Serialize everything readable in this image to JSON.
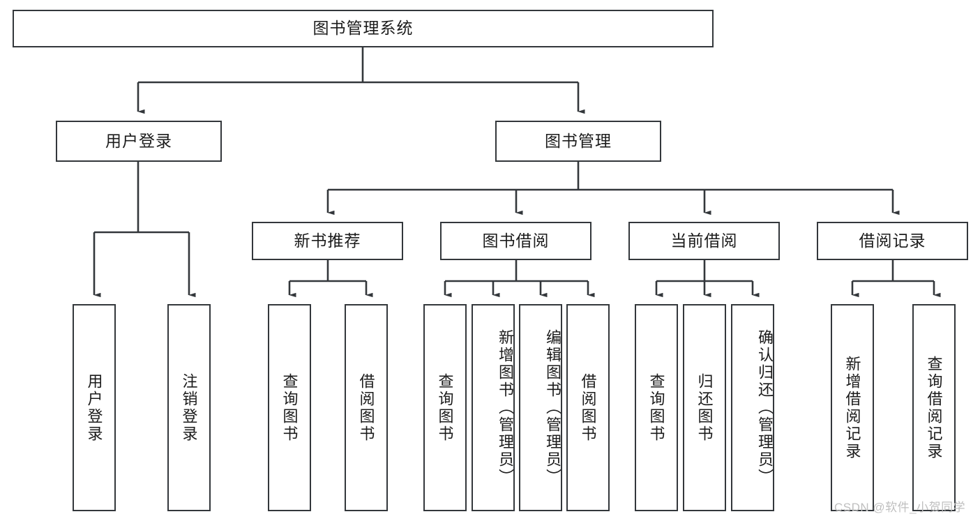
{
  "diagram": {
    "title": "图书管理系统",
    "watermark": "CSDN @软件_小贺同学",
    "line_color": "#33373b",
    "box_fill": "#ffffff",
    "text_color": "#1b1b1b",
    "root": {
      "label": "图书管理系统"
    },
    "level2": [
      {
        "label": "用户登录"
      },
      {
        "label": "图书管理"
      }
    ],
    "level3": [
      {
        "label": "新书推荐"
      },
      {
        "label": "图书借阅"
      },
      {
        "label": "当前借阅"
      },
      {
        "label": "借阅记录"
      }
    ],
    "leaves": {
      "user_login": [
        {
          "label": "用户登录"
        },
        {
          "label": "注销登录"
        }
      ],
      "new_book": [
        {
          "label": "查询图书"
        },
        {
          "label": "借阅图书"
        }
      ],
      "borrow_book": [
        {
          "label": "查询图书"
        },
        {
          "label": "新增图书（管理员）"
        },
        {
          "label": "编辑图书（管理员）"
        },
        {
          "label": "借阅图书"
        }
      ],
      "current_borrow": [
        {
          "label": "查询图书"
        },
        {
          "label": "归还图书"
        },
        {
          "label": "确认归还（管理员）"
        }
      ],
      "borrow_record": [
        {
          "label": "新增借阅记录"
        },
        {
          "label": "查询借阅记录"
        }
      ]
    }
  }
}
